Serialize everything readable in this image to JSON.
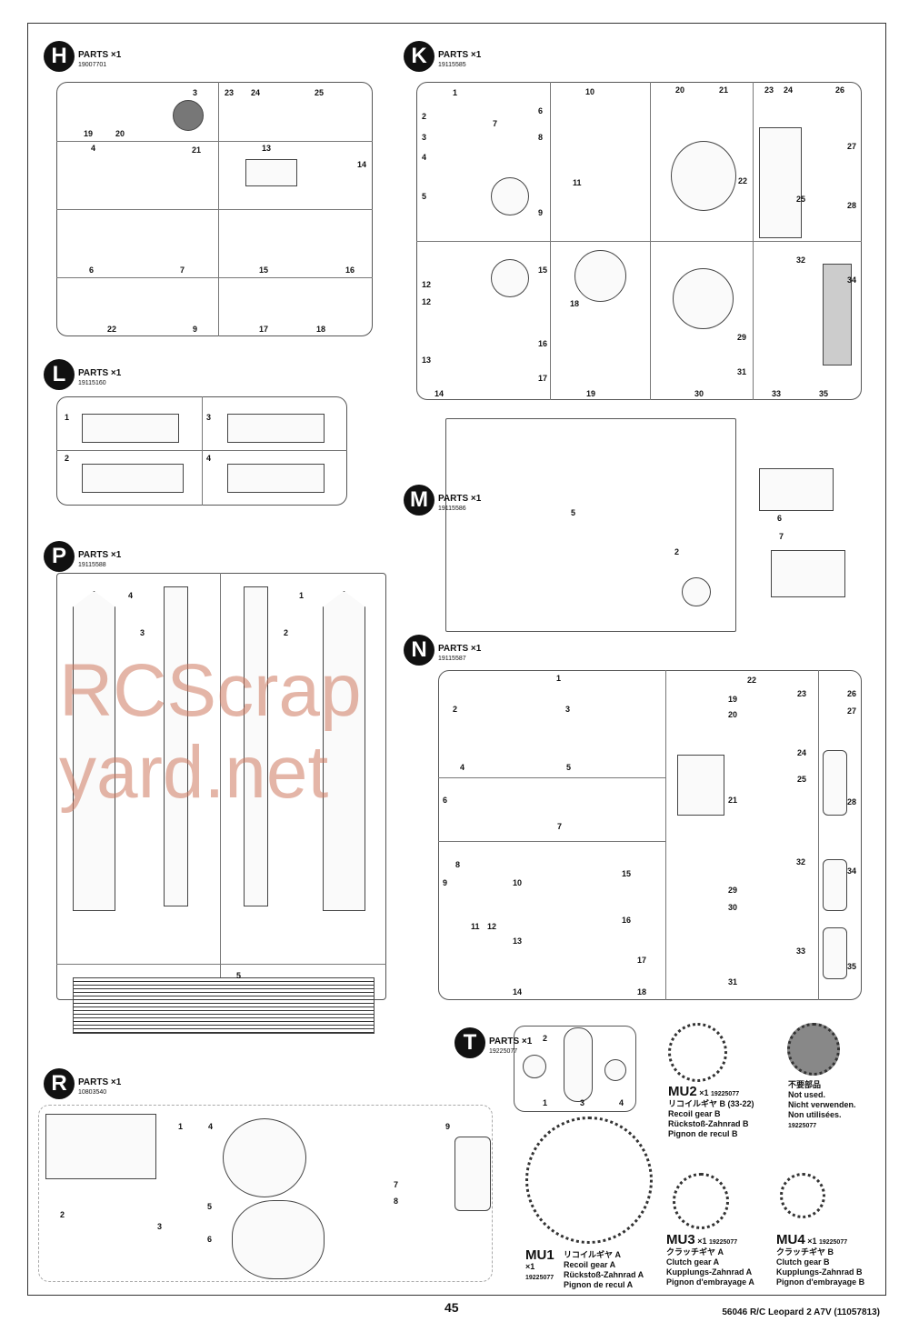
{
  "sections": {
    "H": {
      "letter": "H",
      "title": "PARTS ×1",
      "code": "19007701",
      "labels": [
        "3",
        "23",
        "24",
        "25",
        "19",
        "20",
        "4",
        "21",
        "13",
        "14",
        "6",
        "7",
        "15",
        "16",
        "22",
        "9",
        "17",
        "18"
      ]
    },
    "K": {
      "letter": "K",
      "title": "PARTS ×1",
      "code": "19115585",
      "labels": [
        "1",
        "2",
        "6",
        "7",
        "8",
        "3",
        "4",
        "5",
        "9",
        "10",
        "11",
        "12",
        "12",
        "15",
        "16",
        "13",
        "14",
        "17",
        "18",
        "19",
        "20",
        "21",
        "22",
        "23",
        "24",
        "25",
        "26",
        "27",
        "28",
        "29",
        "30",
        "31",
        "32",
        "33",
        "34",
        "35"
      ]
    },
    "L": {
      "letter": "L",
      "title": "PARTS ×1",
      "code": "19115160",
      "labels": [
        "1",
        "3",
        "2",
        "4"
      ]
    },
    "M": {
      "letter": "M",
      "title": "PARTS ×1",
      "code": "19115586",
      "labels": [
        "5",
        "6",
        "7",
        "2"
      ]
    },
    "N": {
      "letter": "N",
      "title": "PARTS ×1",
      "code": "19115587",
      "labels": [
        "1",
        "2",
        "3",
        "4",
        "5",
        "6",
        "7",
        "8",
        "9",
        "10",
        "11",
        "12",
        "13",
        "14",
        "15",
        "16",
        "17",
        "18",
        "19",
        "20",
        "21",
        "22",
        "23",
        "24",
        "25",
        "26",
        "27",
        "28",
        "29",
        "30",
        "31",
        "32",
        "33",
        "34",
        "35"
      ]
    },
    "P": {
      "letter": "P",
      "title": "PARTS ×1",
      "code": "19115588",
      "labels": [
        "4",
        "3",
        "2",
        "1",
        "5"
      ]
    },
    "T": {
      "letter": "T",
      "title": "PARTS ×1",
      "code": "19225077",
      "labels": [
        "2",
        "1",
        "3",
        "4"
      ]
    },
    "R": {
      "letter": "R",
      "title": "PARTS ×1",
      "code": "10803540",
      "labels": [
        "1",
        "4",
        "2",
        "3",
        "5",
        "6",
        "7",
        "8",
        "9"
      ]
    }
  },
  "gears": {
    "mu1": {
      "id": "MU1",
      "qty": "×1",
      "code": "19225077",
      "jp": "リコイルギヤ A",
      "en": "Recoil gear A",
      "de": "Rückstoß-Zahnrad A",
      "fr": "Pignon de recul A"
    },
    "mu2": {
      "id": "MU2",
      "qty": "×1",
      "code": "19225077",
      "jp": "リコイルギヤ B (33-22)",
      "en": "Recoil gear B",
      "de": "Rückstoß-Zahnrad B",
      "fr": "Pignon de recul B"
    },
    "mu3": {
      "id": "MU3",
      "qty": "×1",
      "code": "19225077",
      "jp": "クラッチギヤ A",
      "en": "Clutch gear A",
      "de": "Kupplungs-Zahnrad A",
      "fr": "Pignon d'embrayage A"
    },
    "mu4": {
      "id": "MU4",
      "qty": "×1",
      "code": "19225077",
      "jp": "クラッチギヤ B",
      "en": "Clutch gear B",
      "de": "Kupplungs-Zahnrad B",
      "fr": "Pignon d'embrayage B"
    },
    "unused": {
      "jp": "不要部品",
      "en": "Not used.",
      "de": "Nicht verwenden.",
      "fr": "Non utilisées.",
      "code": "19225077"
    }
  },
  "footer": {
    "page": "45",
    "model": "56046 R/C Leopard 2 A7V (11057813)"
  },
  "watermark": "RCScrapyard.net"
}
